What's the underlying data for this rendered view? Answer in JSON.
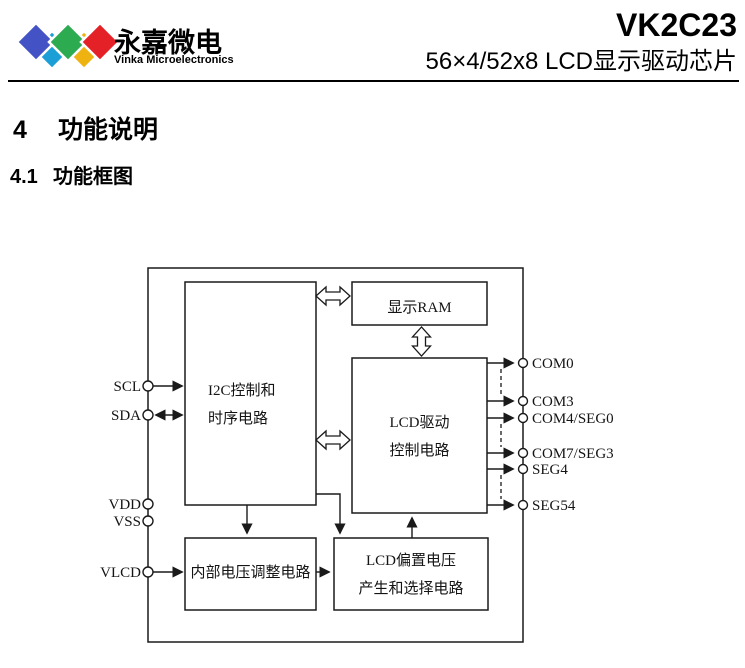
{
  "header": {
    "brand_cn": "永嘉微电",
    "brand_en": "Vinka Microelectronics",
    "part_number": "VK2C23",
    "subtitle": "56×4/52x8 LCD显示驱动芯片",
    "logo_colors": {
      "blue": "#4353c6",
      "cyan": "#1b9fd6",
      "green": "#2cab51",
      "yellow": "#eeb211",
      "red": "#e32126"
    }
  },
  "section": {
    "number": "4",
    "title": "功能说明"
  },
  "subsection": {
    "number": "4.1",
    "title": "功能框图"
  },
  "diagram": {
    "blocks": {
      "i2c": {
        "line1": "I2C控制和",
        "line2": "时序电路"
      },
      "ram": {
        "label": "显示RAM"
      },
      "lcd": {
        "line1": "LCD驱动",
        "line2": "控制电路"
      },
      "vreg": {
        "label": "内部电压调整电路"
      },
      "bias": {
        "line1": "LCD偏置电压",
        "line2": "产生和选择电路"
      }
    },
    "left_pins": [
      "SCL",
      "SDA",
      "VDD",
      "VSS",
      "VLCD"
    ],
    "right_pins": [
      "COM0",
      "COM3",
      "COM4/SEG0",
      "COM7/SEG3",
      "SEG4",
      "SEG54"
    ]
  }
}
